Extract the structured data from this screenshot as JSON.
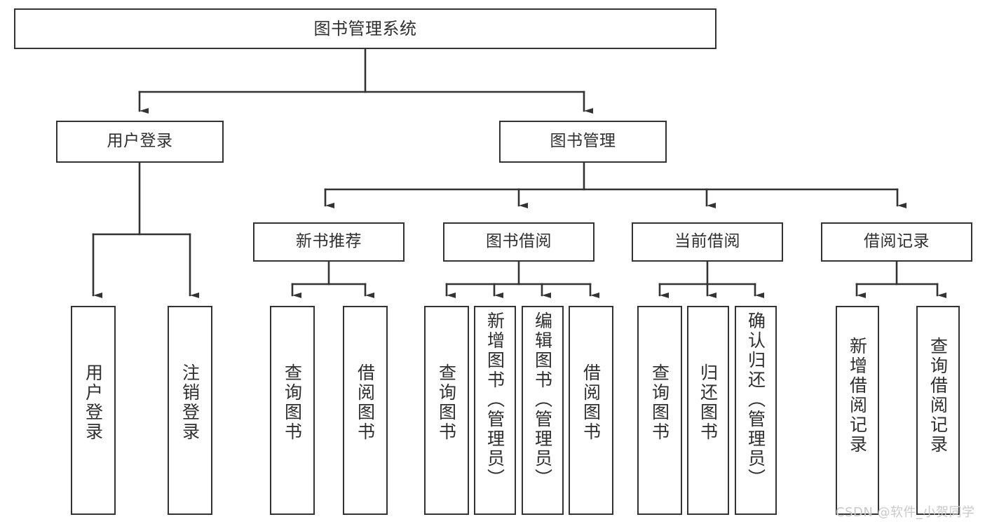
{
  "diagram": {
    "title": "图书管理系统",
    "type": "tree",
    "colors": {
      "box_border": "#333333",
      "box_fill": "#ffffff",
      "text": "#2f2f2f",
      "edge": "#333333",
      "watermark": "#c9c9c9"
    },
    "nodes": {
      "root": {
        "label": "图书管理系统"
      },
      "level2": [
        {
          "id": "user-login",
          "label": "用户登录"
        },
        {
          "id": "book-manage",
          "label": "图书管理"
        }
      ],
      "level3": [
        {
          "id": "new-book-recommend",
          "label": "新书推荐"
        },
        {
          "id": "book-borrow",
          "label": "图书借阅"
        },
        {
          "id": "current-borrow",
          "label": "当前借阅"
        },
        {
          "id": "borrow-record",
          "label": "借阅记录"
        }
      ],
      "leaves": {
        "user_login": [
          {
            "id": "leaf-user-login",
            "label": "用户登录"
          },
          {
            "id": "leaf-logout-login",
            "label": "注销登录"
          }
        ],
        "new_book_recommend": [
          {
            "id": "leaf-query-book-1",
            "label": "查询图书"
          },
          {
            "id": "leaf-borrow-book-1",
            "label": "借阅图书"
          }
        ],
        "book_borrow": [
          {
            "id": "leaf-query-book-2",
            "label": "查询图书"
          },
          {
            "id": "leaf-add-book",
            "label": "新增图书（管理员）"
          },
          {
            "id": "leaf-edit-book",
            "label": "编辑图书（管理员）"
          },
          {
            "id": "leaf-borrow-book-2",
            "label": "借阅图书"
          }
        ],
        "current_borrow": [
          {
            "id": "leaf-query-book-3",
            "label": "查询图书"
          },
          {
            "id": "leaf-return-book",
            "label": "归还图书"
          },
          {
            "id": "leaf-confirm-return",
            "label": "确认归还（管理员）"
          }
        ],
        "borrow_record": [
          {
            "id": "leaf-add-borrow-record",
            "label": "新增借阅记录"
          },
          {
            "id": "leaf-query-borrow-record",
            "label": "查询借阅记录"
          }
        ]
      }
    },
    "watermark": "CSDN @软件_小贺同学"
  }
}
